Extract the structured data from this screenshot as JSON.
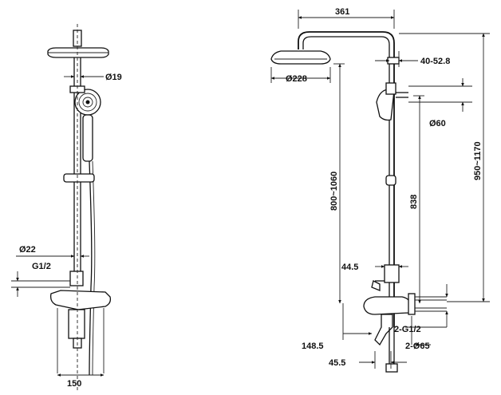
{
  "front_view": {
    "labels": {
      "arm_diameter": "Ø19",
      "pipe_diameter": "Ø22",
      "thread_size": "G1/2",
      "base_width": "150"
    }
  },
  "side_view": {
    "labels": {
      "arm_length": "361",
      "wall_offset": "40-52.8",
      "head_diameter": "Ø228",
      "hand_shower_diameter": "Ø60",
      "head_height": "800~1060",
      "riser_height": "838",
      "overall_height": "950~1170",
      "mixer_offset": "44.5",
      "inlet_threads": "2-G1/2",
      "mixer_width": "148.5",
      "flange_diameter": "2-Ø65",
      "spout_offset": "45.5"
    }
  }
}
